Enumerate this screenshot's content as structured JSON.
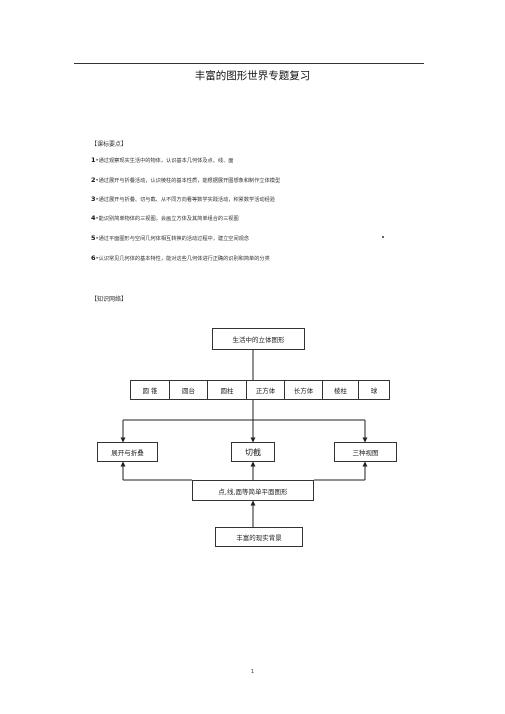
{
  "title": "丰富的图形世界专题复习",
  "section_objectives": "【课标要点】",
  "objectives": [
    {
      "num": "1",
      "text": "•通过观察现实生活中的物体，认识基本几何体及点、线、面"
    },
    {
      "num": "2",
      "text": "•通过展开与折叠活动，认识棱柱的基本性质，能根据展开图想象和制作立体模型"
    },
    {
      "num": "3",
      "text": "•通过展开与折叠、切与截、从不同方向看等数学实践活动，积累数学活动经验"
    },
    {
      "num": "4",
      "text": "•能识别简单物体的三视图，会画立方体及其简单组合的三视图"
    },
    {
      "num": "5",
      "text": "•通过平面图形与空间几何体相互转换的活动过程中，建立空间观念"
    },
    {
      "num": "6",
      "text": "•认识常见几何体的基本特性，能对这些几何体进行正确的识别和简单的分类"
    }
  ],
  "section_network": "【知识网络】",
  "diagram": {
    "top": "生活中的立体图形",
    "solids": [
      "圆  锥",
      "圆台",
      "圆柱",
      "正方体",
      "长方体",
      "棱柱",
      "球"
    ],
    "left": "展开与折叠",
    "center": "切截",
    "right": "三种视图",
    "middle": "点,线,面等简单平面图形",
    "bottom": "丰富的现实背景"
  },
  "page_number": "1"
}
